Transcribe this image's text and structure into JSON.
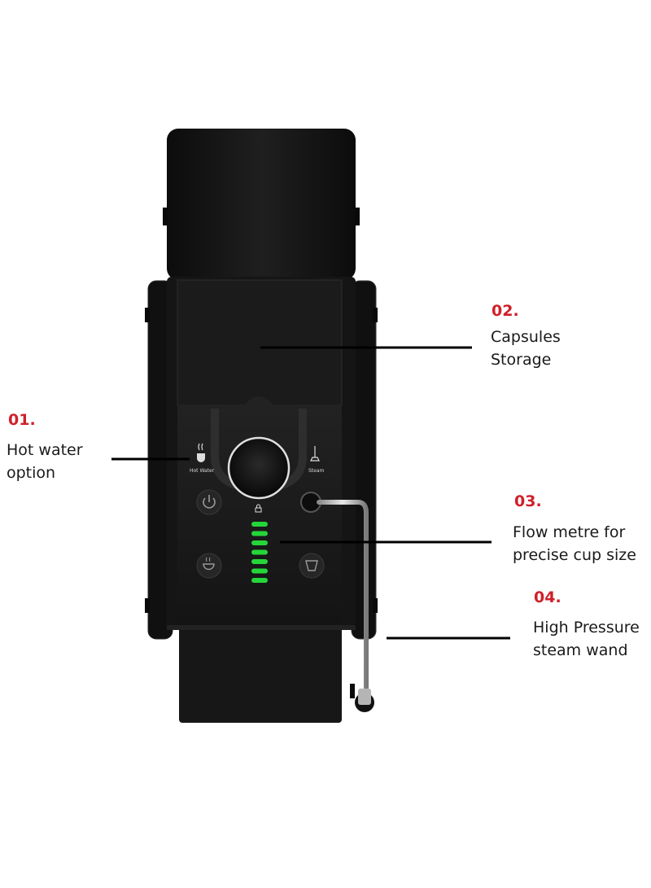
{
  "callouts": [
    {
      "number": "01.",
      "lines": [
        "Hot water",
        "option"
      ]
    },
    {
      "number": "02.",
      "lines": [
        "Capsules",
        "Storage"
      ]
    },
    {
      "number": "03.",
      "lines": [
        "Flow metre for",
        "precise cup size"
      ]
    },
    {
      "number": "04.",
      "lines": [
        "High Pressure",
        "steam wand"
      ]
    }
  ],
  "panel_labels": {
    "hot_water": "Hot Water",
    "steam": "Steam"
  },
  "flow_meter": {
    "segments": 7,
    "lit": 7
  },
  "colors": {
    "accent_number": "#d0202a",
    "meter_green": "#25d63a",
    "machine_body": "#151515"
  },
  "icons": [
    "power-icon",
    "cup-icon",
    "hot-water-icon",
    "steam-icon",
    "lock-icon",
    "descale-icon"
  ]
}
